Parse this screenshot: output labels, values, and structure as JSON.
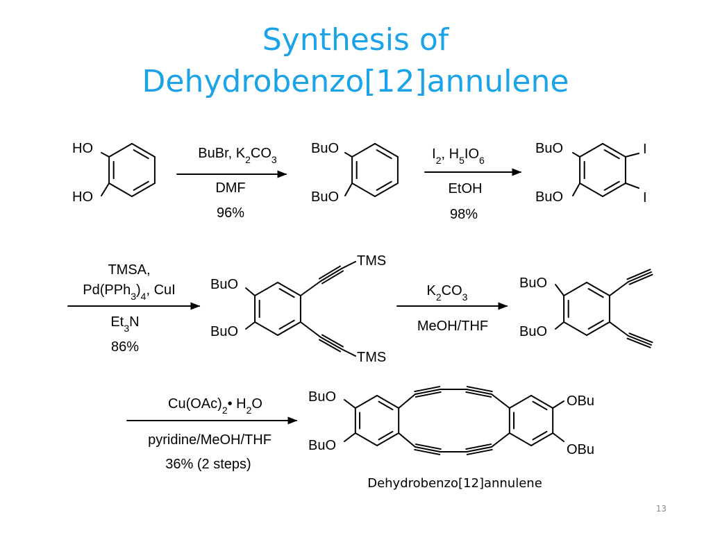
{
  "slide": {
    "title_line1": "Synthesis of",
    "title_line2": "Dehydrobenzo[12]annulene",
    "page_number": "13",
    "product_caption": "Dehydrobenzo[12]annulene",
    "caption_color": "#e0157a",
    "title_color": "#1aa3e8"
  },
  "labels": {
    "ho": "HO",
    "buo": "BuO",
    "obu": "OBu",
    "iodo": "I",
    "tms": "TMS"
  },
  "steps": [
    {
      "reagent_parts": [
        [
          "BuBr, K",
          ""
        ],
        [
          "2",
          "sub"
        ],
        [
          "CO",
          ""
        ],
        [
          "3",
          "sub"
        ]
      ],
      "conditions_parts": [
        [
          "DMF",
          ""
        ]
      ],
      "yield": "96%"
    },
    {
      "reagent_parts": [
        [
          "I",
          ""
        ],
        [
          "2",
          "sub"
        ],
        [
          ", H",
          ""
        ],
        [
          "5",
          "sub"
        ],
        [
          "IO",
          ""
        ],
        [
          "6",
          "sub"
        ]
      ],
      "conditions_parts": [
        [
          "EtOH",
          ""
        ]
      ],
      "yield": "98%"
    },
    {
      "reagent_line1": "TMSA,",
      "reagent_parts": [
        [
          "Pd(PPh",
          ""
        ],
        [
          "3",
          "sub"
        ],
        [
          ")",
          ""
        ],
        [
          "4",
          "sub"
        ],
        [
          ", CuI",
          ""
        ]
      ],
      "conditions_parts": [
        [
          "Et",
          ""
        ],
        [
          "3",
          "sub"
        ],
        [
          "N",
          ""
        ]
      ],
      "yield": "86%"
    },
    {
      "reagent_parts": [
        [
          "K",
          ""
        ],
        [
          "2",
          "sub"
        ],
        [
          "CO",
          ""
        ],
        [
          "3",
          "sub"
        ]
      ],
      "conditions_parts": [
        [
          "MeOH/THF",
          ""
        ]
      ],
      "yield": ""
    },
    {
      "reagent_parts": [
        [
          "Cu(OAc)",
          ""
        ],
        [
          "2",
          "sub"
        ],
        [
          "• H",
          ""
        ],
        [
          "2",
          "sub"
        ],
        [
          "O",
          ""
        ]
      ],
      "conditions_parts": [
        [
          "pyridine/MeOH/THF",
          ""
        ]
      ],
      "yield": "36% (2 steps)"
    }
  ]
}
